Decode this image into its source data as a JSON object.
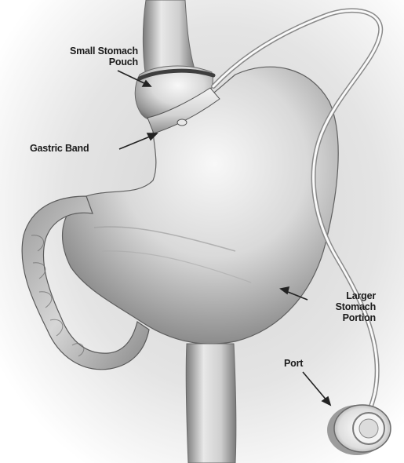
{
  "labels": {
    "small_stomach_pouch": [
      "Small Stomach",
      "Pouch"
    ],
    "gastric_band": "Gastric Band",
    "larger_stomach_portion": [
      "Larger",
      "Stomach",
      "Portion"
    ],
    "port": "Port"
  },
  "colors": {
    "background_shadow": "#c9c9c9",
    "organ_light": "#f2f2f2",
    "organ_mid": "#bdbdbd",
    "organ_dark": "#6f6f6f",
    "band": "#dcdcdc",
    "text": "#1a1a1a"
  }
}
